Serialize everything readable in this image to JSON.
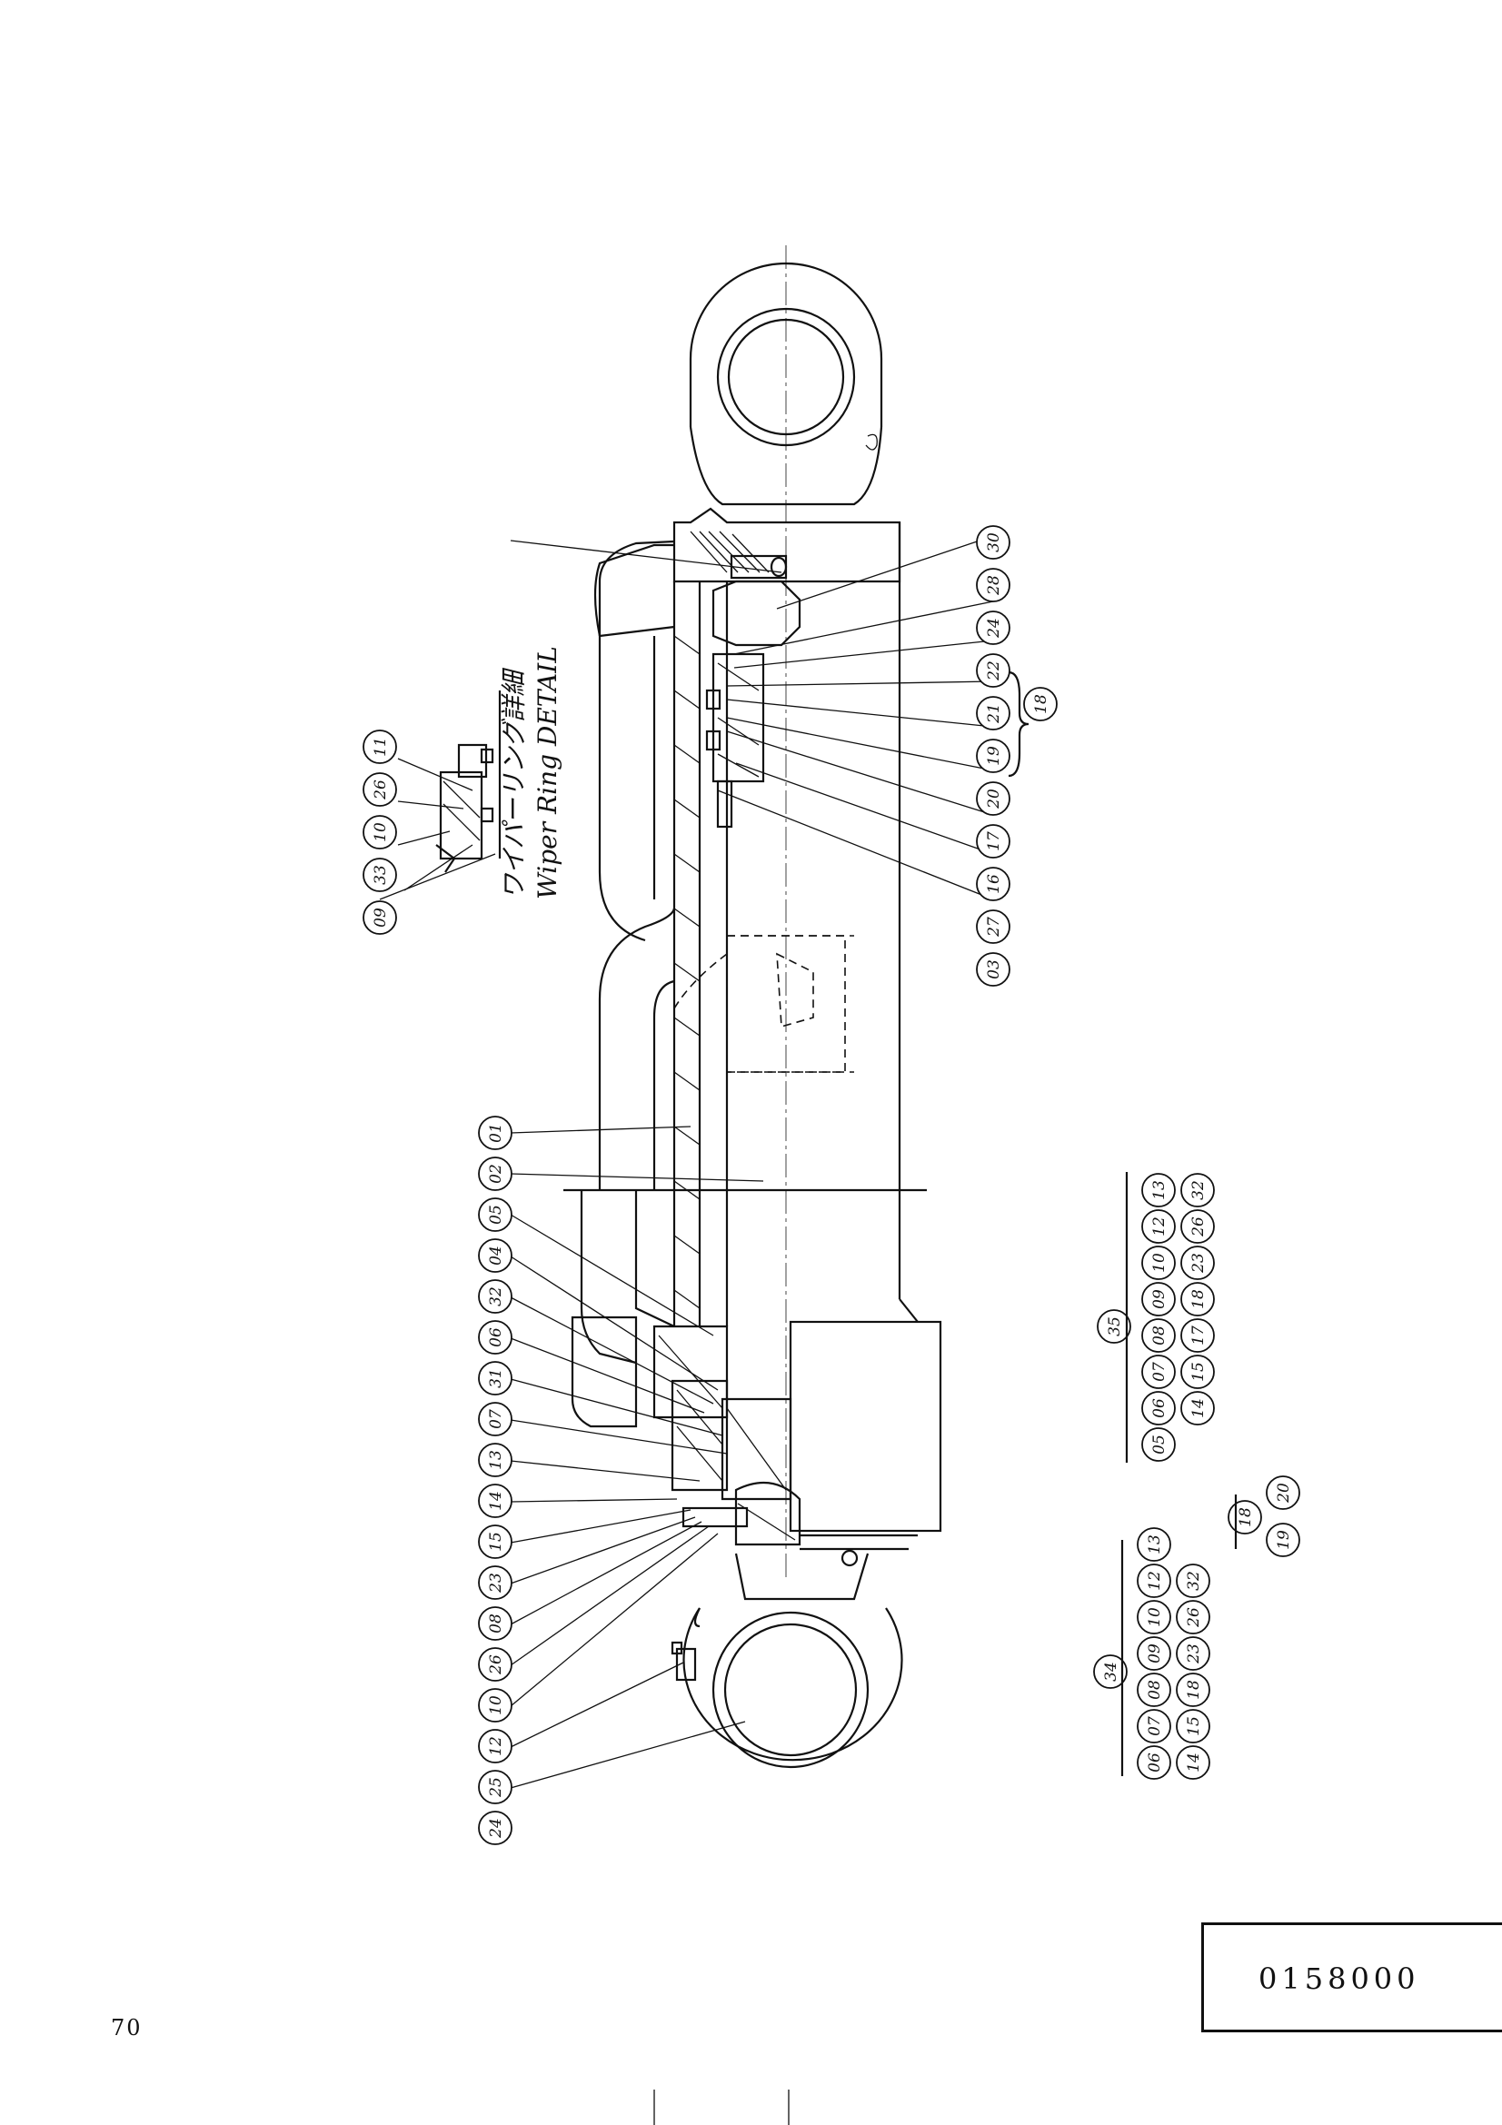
{
  "page_number": "70",
  "document_number": "0158000",
  "detail": {
    "label_jp": "ワイパーリング詳細",
    "label_en": "Wiper Ring DETAIL",
    "callouts": [
      "09",
      "33",
      "10",
      "26",
      "11"
    ]
  },
  "callouts": {
    "upper_row": [
      "30",
      "28",
      "24",
      "22",
      "21",
      "19",
      "20",
      "17",
      "16",
      "27",
      "03"
    ],
    "upper_group": "18",
    "middle_row": [
      "01",
      "02"
    ],
    "lower_row": [
      "05",
      "04",
      "32",
      "06",
      "31",
      "07",
      "13",
      "14",
      "15",
      "23",
      "08",
      "26",
      "10",
      "12",
      "25",
      "24"
    ]
  },
  "kits": [
    {
      "id": "35",
      "row1": [
        "05",
        "06",
        "07",
        "08",
        "09",
        "10",
        "12",
        "13"
      ],
      "row2": [
        "14",
        "15",
        "17",
        "18",
        "23",
        "26",
        "32"
      ]
    },
    {
      "id": "34",
      "row1": [
        "06",
        "07",
        "08",
        "09",
        "10",
        "12",
        "13"
      ],
      "row2": [
        "14",
        "15",
        "18",
        "23",
        "26",
        "32"
      ]
    }
  ],
  "assembly_18": {
    "id": "18",
    "parts": [
      "19",
      "20"
    ]
  }
}
